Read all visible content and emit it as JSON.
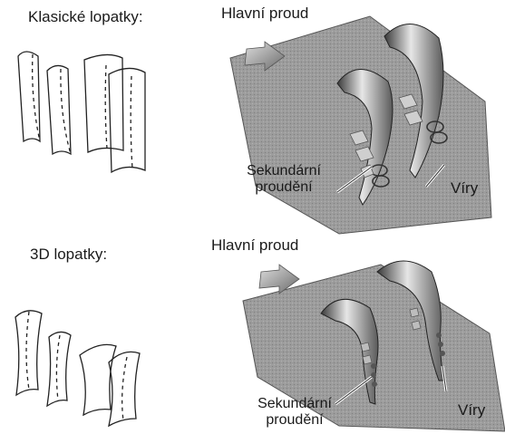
{
  "top": {
    "heading": "Klasické lopatky:",
    "main_flow": "Hlavní proud",
    "secondary_flow": [
      "Sekundární",
      "proudění"
    ],
    "vortices": "Víry"
  },
  "bottom": {
    "heading": "3D lopatky:",
    "main_flow": "Hlavní proud",
    "secondary_flow": [
      "Sekundární",
      "proudění"
    ],
    "vortices": "Víry"
  }
}
